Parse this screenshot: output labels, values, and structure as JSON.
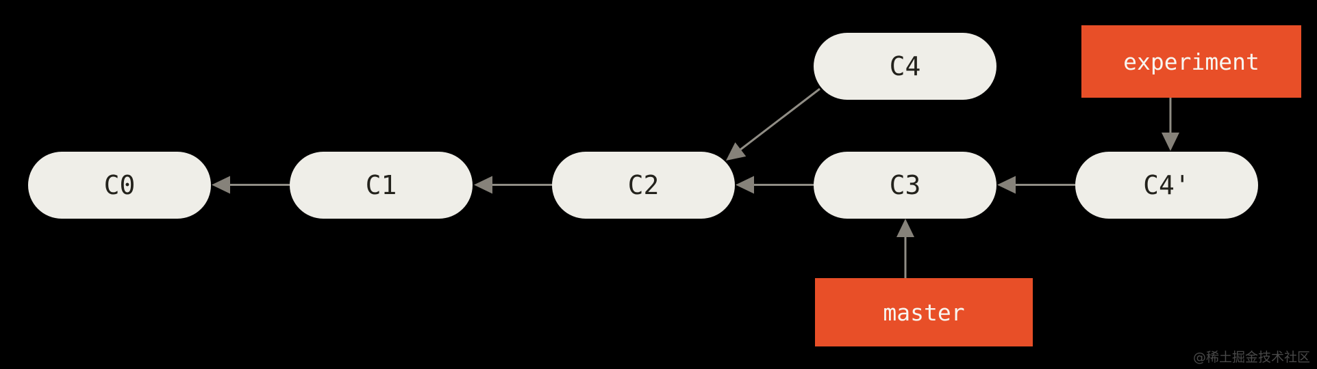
{
  "diagram": {
    "type": "git-commit-graph",
    "description": "Git rebase diagram: commit chain C0-C1-C2-C3-C4' with original C4 pointing to C2; experiment branch points to C4', master branch points to C3",
    "colors": {
      "background": "#000000",
      "commit-fill": "#efeee8",
      "commit-text": "#23221c",
      "branch-fill": "#e84f28",
      "branch-text": "#f8f6f1",
      "arrow-line": "#908d85",
      "arrow-head": "#86827a",
      "watermark-text": "#494949"
    },
    "commits": [
      {
        "label": "C0"
      },
      {
        "label": "C1"
      },
      {
        "label": "C2"
      },
      {
        "label": "C3"
      },
      {
        "label": "C4"
      },
      {
        "label": "C4'"
      }
    ],
    "branches": [
      {
        "label": "experiment",
        "points_to": "C4'"
      },
      {
        "label": "master",
        "points_to": "C3"
      }
    ],
    "edges": [
      {
        "from": "C1",
        "to": "C0"
      },
      {
        "from": "C2",
        "to": "C1"
      },
      {
        "from": "C3",
        "to": "C2"
      },
      {
        "from": "C4'",
        "to": "C3"
      },
      {
        "from": "C4",
        "to": "C2"
      },
      {
        "from": "experiment",
        "to": "C4'"
      },
      {
        "from": "master",
        "to": "C3"
      }
    ]
  },
  "watermark": {
    "text": "@稀土掘金技术社区"
  }
}
